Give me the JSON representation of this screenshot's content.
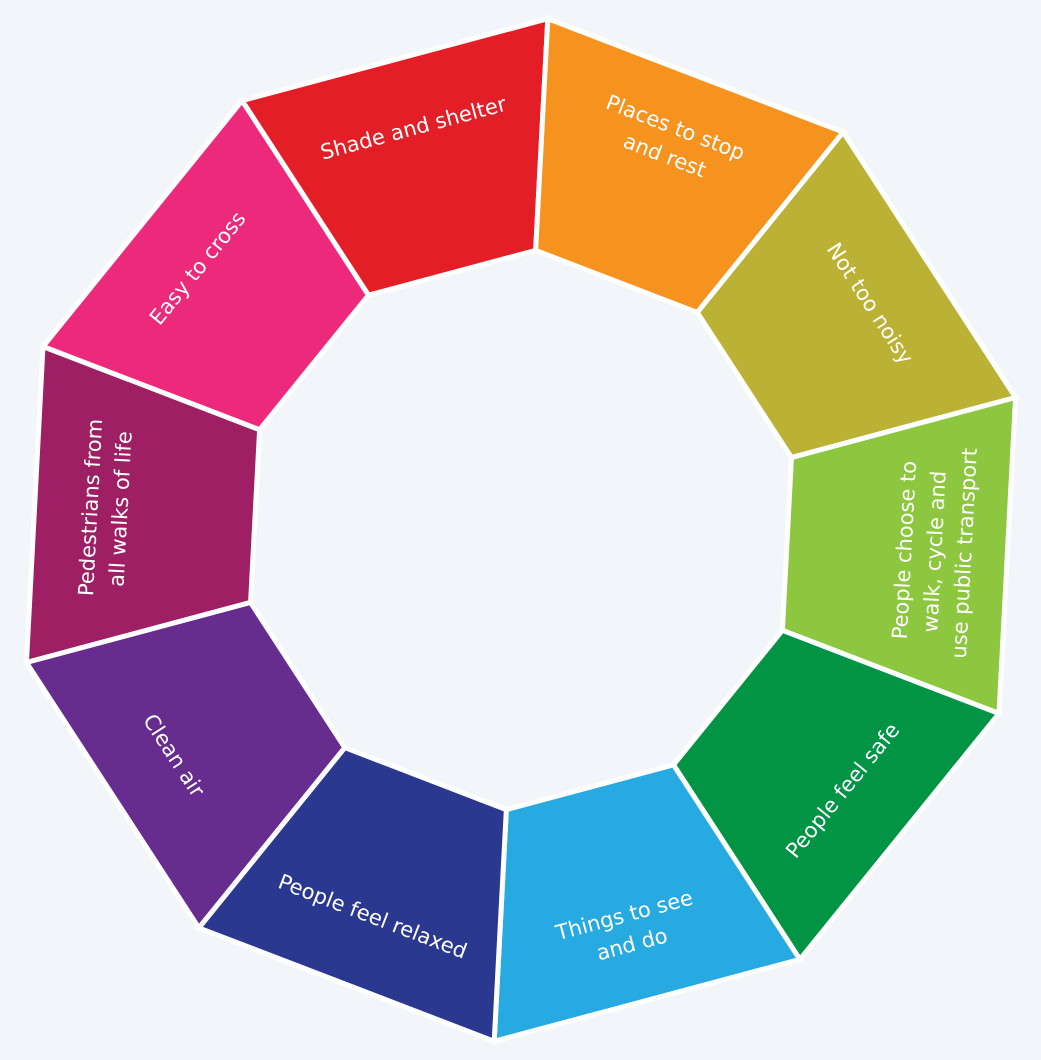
{
  "wheel": {
    "segments": [
      {
        "label": [
          "Pedestrians from",
          "all walks of life"
        ],
        "color": "#9e1f63"
      },
      {
        "label": [
          "Easy to cross"
        ],
        "color": "#ec297b"
      },
      {
        "label": [
          "Shade and shelter"
        ],
        "color": "#e31e26"
      },
      {
        "label": [
          "Places to stop",
          "and rest"
        ],
        "color": "#f6921e"
      },
      {
        "label": [
          "Not too noisy"
        ],
        "color": "#bbb134"
      },
      {
        "label": [
          "People choose to",
          "walk, cycle and",
          "use public transport"
        ],
        "color": "#8dc63f"
      },
      {
        "label": [
          "People feel safe"
        ],
        "color": "#009444"
      },
      {
        "label": [
          "Things to see",
          "and do"
        ],
        "color": "#27aae1"
      },
      {
        "label": [
          "People feel relaxed"
        ],
        "color": "#2b388f"
      },
      {
        "label": [
          "Clean air"
        ],
        "color": "#662d8f"
      }
    ]
  }
}
